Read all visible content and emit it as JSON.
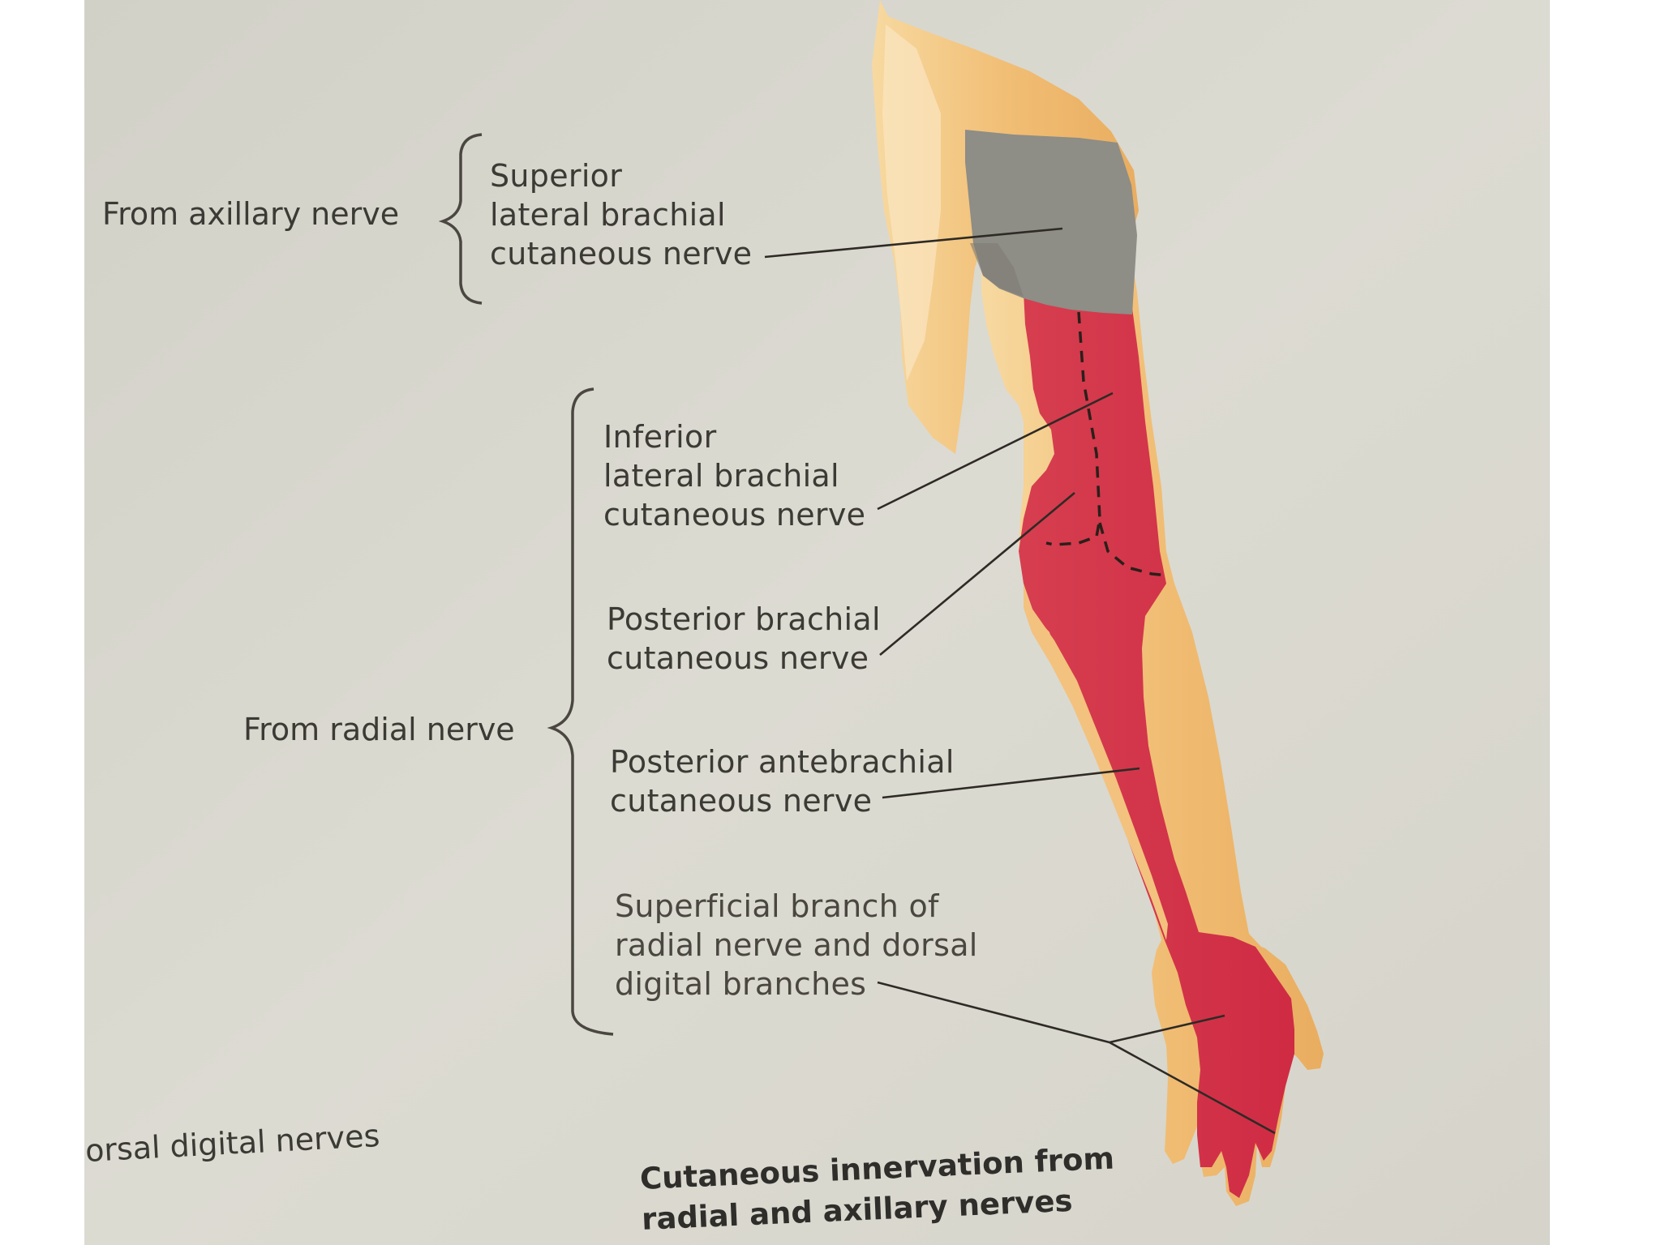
{
  "colors": {
    "page_background": "#d9d7cd",
    "outer_background": "#ffffff",
    "radial_territory": "#d63348",
    "axillary_territory": "#8d8c86",
    "skin": "#f3c079",
    "text": "#3c3a34"
  },
  "groups": [
    {
      "label": "From axillary nerve"
    },
    {
      "label": "From radial nerve"
    }
  ],
  "labels": [
    {
      "lines": [
        "Superior",
        "lateral brachial",
        "cutaneous nerve"
      ]
    },
    {
      "lines": [
        "Inferior",
        "lateral brachial",
        "cutaneous nerve"
      ]
    },
    {
      "lines": [
        "Posterior brachial",
        "cutaneous nerve"
      ]
    },
    {
      "lines": [
        "Posterior antebrachial",
        "cutaneous nerve"
      ]
    },
    {
      "lines": [
        "Superficial branch of",
        "radial nerve and dorsal",
        "digital branches"
      ]
    }
  ],
  "edge_text": "orsal digital nerves",
  "caption": {
    "line1": "Cutaneous innervation from",
    "line2": "radial and axillary nerves"
  }
}
